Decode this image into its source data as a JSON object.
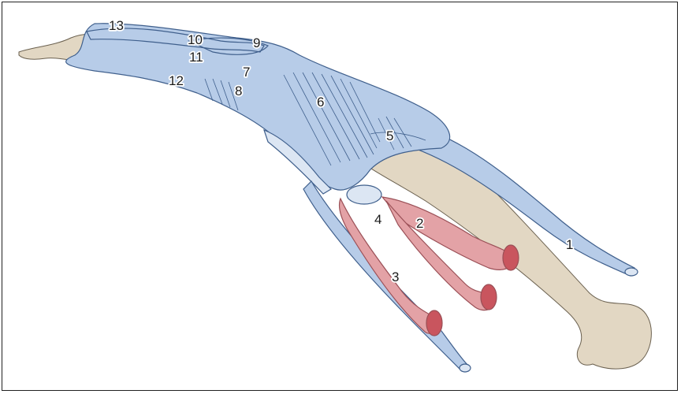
{
  "diagram": {
    "labels": [
      "1",
      "2",
      "3",
      "4",
      "5",
      "6",
      "7",
      "8",
      "9",
      "10",
      "11",
      "12",
      "13"
    ]
  },
  "colors": {
    "bone": "#e2d7c3",
    "bone_edge": "#6b6150",
    "ligament": "#b7cce8",
    "ligament_edge": "#3f5f8c",
    "ligament_pale": "#dce6f3",
    "muscle": "#e3a2a6",
    "muscle_edge": "#9a4f56",
    "muscle_cap": "#c9555e",
    "line": "#27405f",
    "border": "#222222"
  }
}
